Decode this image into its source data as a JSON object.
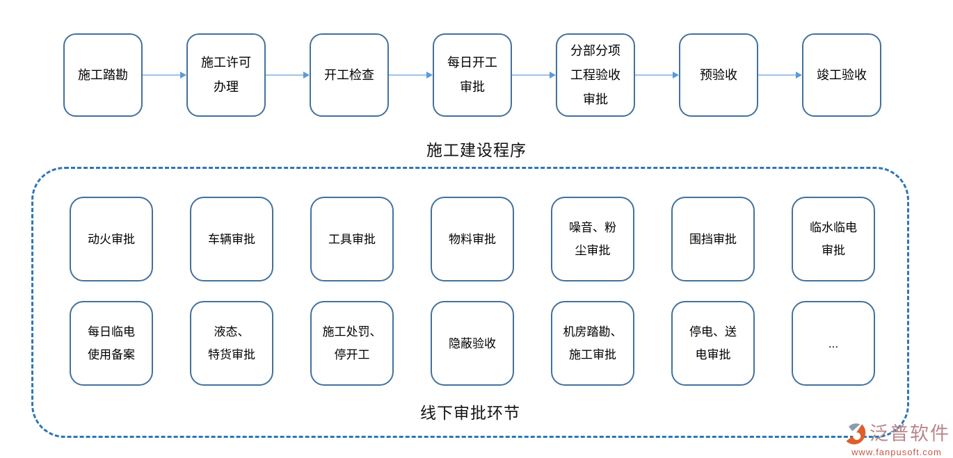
{
  "top_flow": {
    "title": "施工建设程序",
    "steps": [
      "施工踏勘",
      "施工许可\n办理",
      "开工检查",
      "每日开工\n审批",
      "分部分项\n工程验收\n审批",
      "预验收",
      "竣工验收"
    ]
  },
  "offline_section": {
    "title": "线下审批环节",
    "row1": [
      "动火审批",
      "车辆审批",
      "工具审批",
      "物料审批",
      "噪音、粉\n尘审批",
      "围挡审批",
      "临水临电\n审批"
    ],
    "row2": [
      "每日临电\n使用备案",
      "液态、\n特货审批",
      "施工处罚、\n停开工",
      "隐蔽验收",
      "机房踏勘、\n施工审批",
      "停电、送\n电审批",
      "..."
    ]
  },
  "branding": {
    "name": "泛普软件",
    "url": "www.fanpusoft.com"
  },
  "colors": {
    "node_border": "#41719C",
    "arrow_line": "#9DC3E6",
    "arrow_head": "#5B9BD5",
    "dashed_border": "#2E75B6",
    "brand_name_text": "#B9868B",
    "brand_url_text": "#C7574B"
  }
}
